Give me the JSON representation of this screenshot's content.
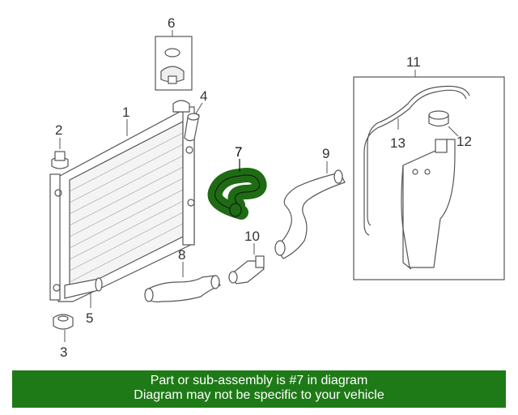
{
  "diagram": {
    "callouts": {
      "c1": "1",
      "c2": "2",
      "c3": "3",
      "c4": "4",
      "c5": "5",
      "c6": "6",
      "c7": "7",
      "c8": "8",
      "c9": "9",
      "c10": "10",
      "c11": "11",
      "c12": "12",
      "c13": "13"
    },
    "highlighted_part": "7",
    "colors": {
      "highlight": "#1e6b14",
      "banner": "#1e7a16",
      "line": "#555555"
    }
  },
  "banner": {
    "line1": "Part or sub-assembly is #7 in diagram",
    "line2": "Diagram may not be specific to your vehicle"
  }
}
